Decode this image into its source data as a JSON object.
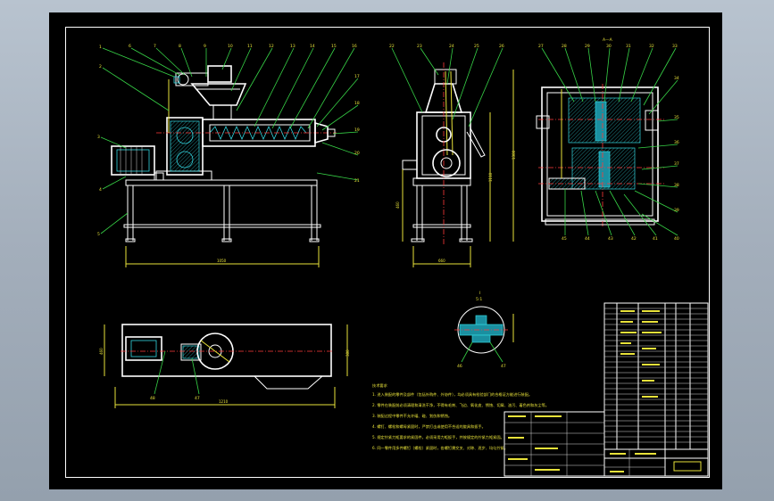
{
  "drawing": {
    "colors": {
      "background": "#000000",
      "outline": "#ffffff",
      "section": "#33d6e0",
      "dimension": "#e8e23a",
      "centerline": "#ff3a3a",
      "leader": "#37d447"
    },
    "front_view": {
      "part_numbers": [
        "1",
        "6",
        "7",
        "8",
        "9",
        "10",
        "11",
        "12",
        "13",
        "14",
        "15",
        "16",
        "17",
        "18",
        "19",
        "20",
        "21",
        "2",
        "3",
        "4",
        "5"
      ],
      "dim_length": "1050"
    },
    "side_view": {
      "part_numbers": [
        "22",
        "23",
        "24",
        "25",
        "26"
      ],
      "dim_width": "660",
      "dim_height_1": "1300",
      "dim_height_2": "1110",
      "dim_height_3": "460"
    },
    "gearbox_view": {
      "title": "A—A",
      "part_numbers": [
        "27",
        "28",
        "29",
        "30",
        "31",
        "32",
        "33",
        "34",
        "35",
        "36",
        "37",
        "38",
        "39",
        "40",
        "41",
        "42",
        "43",
        "44",
        "45"
      ]
    },
    "detail_view": {
      "title": "I",
      "scale": "5:1",
      "part_numbers": [
        "46",
        "47"
      ]
    },
    "plan_view": {
      "part_numbers": [
        "48",
        "47"
      ],
      "dim_length": "1210",
      "dim_width": "460",
      "dim_side": "380"
    },
    "tech_requirements": {
      "heading": "技术要求",
      "lines": [
        "1. 进入装配的零件及部件（包括外购件、外协件），均必须具有检验部门的合格证方能进行装配。",
        "2. 零件在装配前必须清理和清洗干净，不得有毛刺、飞边、氧化皮、锈蚀、切屑、油污、着色剂和灰尘等。",
        "3. 装配过程中零件不允许磕、碰、划伤和锈蚀。",
        "4. 螺钉、螺栓和螺母紧固时，严禁打击或使用不合适的旋具和扳手。",
        "5. 规定拧紧力矩要求的紧固件，必须采用力矩扳手，并按规定的拧紧力矩紧固。",
        "6. 同一零件用多件螺钉（螺栓）紧固时，各螺钉需交叉、对称、逐步、均匀拧紧。"
      ]
    }
  }
}
